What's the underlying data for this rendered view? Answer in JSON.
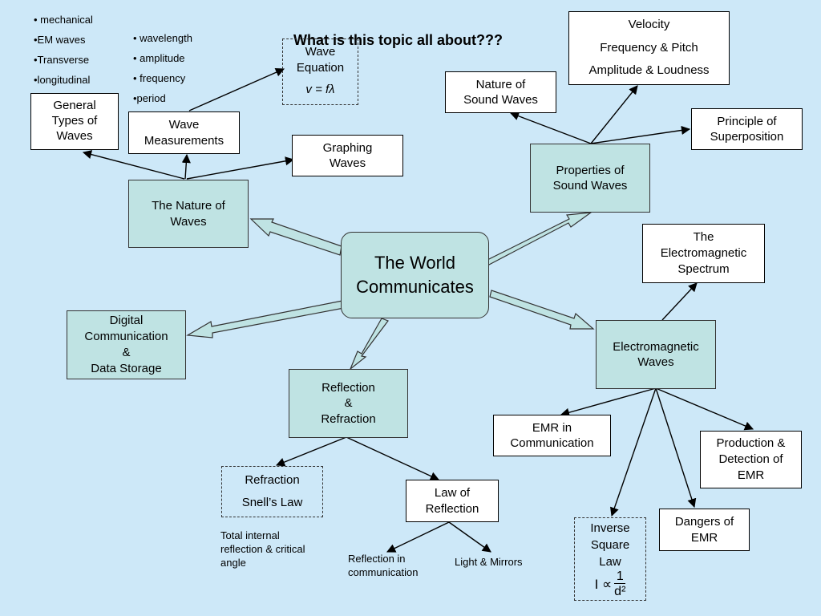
{
  "title": "What is this topic all about???",
  "center": [
    "The World",
    "Communicates"
  ],
  "main_topics": {
    "nature": [
      "The Nature of",
      "Waves"
    ],
    "sound": [
      "Properties of",
      "Sound Waves"
    ],
    "em": [
      "Electromagnetic",
      "Waves"
    ],
    "reflection": [
      "Reflection",
      "&",
      "Refraction"
    ],
    "digital": [
      "Digital",
      "Communication",
      "&",
      "Data Storage"
    ]
  },
  "nature_branch": {
    "general_types": [
      "General",
      "Types of",
      "Waves"
    ],
    "type_notes": [
      "• mechanical",
      "•EM waves",
      "•Transverse",
      "•longitudinal"
    ],
    "measurements": [
      "Wave",
      "Measurements"
    ],
    "measurement_notes": [
      "• wavelength",
      "• amplitude",
      "• frequency",
      "•period"
    ],
    "wave_equation": [
      "Wave",
      "Equation"
    ],
    "wave_equation_formula": "v = fλ",
    "graphing": [
      "Graphing",
      "Waves"
    ]
  },
  "sound_branch": {
    "nature_of_sound": [
      "Nature of",
      "Sound Waves"
    ],
    "velocity_box": [
      "Velocity",
      "Frequency & Pitch",
      "Amplitude & Loudness"
    ],
    "superposition": [
      "Principle of",
      "Superposition"
    ]
  },
  "em_branch": {
    "spectrum": [
      "The",
      "Electromagnetic",
      "Spectrum"
    ],
    "emr_comm": [
      "EMR in",
      "Communication"
    ],
    "production": [
      "Production &",
      "Detection of",
      "EMR"
    ],
    "dangers": [
      "Dangers of",
      "EMR"
    ],
    "inverse_square": [
      "Inverse",
      "Square",
      "Law"
    ],
    "inverse_square_formula": {
      "lhs": "I ∝",
      "num": "1",
      "den": "d²"
    }
  },
  "reflection_branch": {
    "refraction": [
      "Refraction",
      "Snell’s Law"
    ],
    "tir_note": [
      "Total internal",
      "reflection & critical",
      "angle"
    ],
    "law_of_reflection": [
      "Law of",
      "Reflection"
    ],
    "reflection_comm": [
      "Reflection in",
      "communication"
    ],
    "light_mirrors": "Light & Mirrors"
  },
  "colors": {
    "background": "#cde8f8",
    "topic_fill": "#bfe3e3",
    "box_fill": "#ffffff",
    "line": "#000000"
  }
}
